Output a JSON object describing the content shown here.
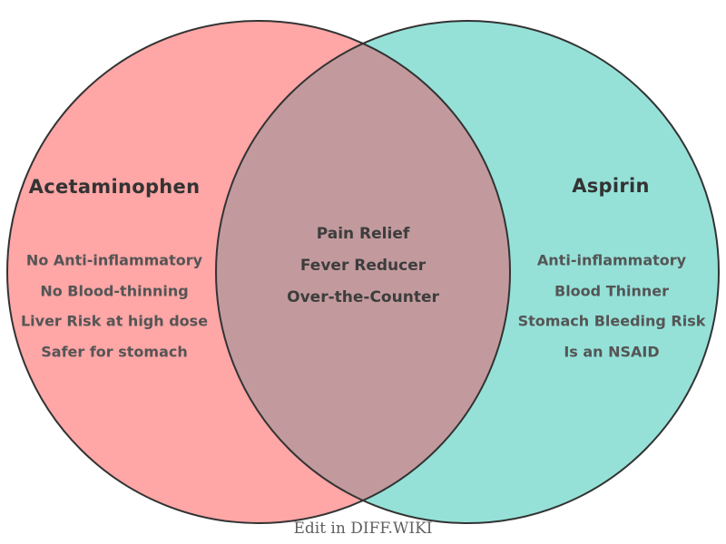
{
  "diagram": {
    "type": "venn",
    "background": "#ffffff",
    "outline_color": "#333333",
    "left": {
      "title": "Acetaminophen",
      "color": "#ffa6a6",
      "items": [
        "No Anti-inflammatory",
        "No Blood-thinning",
        "Liver Risk at high dose",
        "Safer for stomach"
      ]
    },
    "right": {
      "title": "Aspirin",
      "color": "#95e1d8",
      "items": [
        "Anti-inflammatory",
        "Blood Thinner",
        "Stomach Bleeding Risk",
        "Is an NSAID"
      ]
    },
    "overlap": {
      "color": "#c29a9d",
      "items": [
        "Pain Relief",
        "Fever Reducer",
        "Over-the-Counter"
      ]
    }
  },
  "footer": {
    "label": "Edit in DIFF.WIKI"
  }
}
